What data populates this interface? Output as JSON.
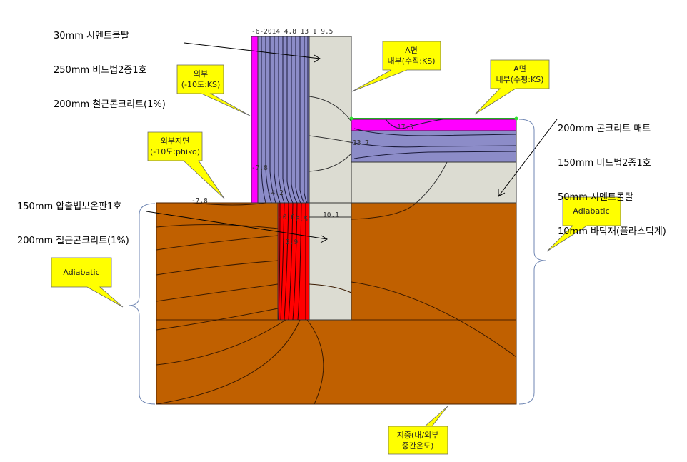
{
  "annotations": {
    "wall_layers": [
      "30mm 시멘트몰탈",
      "250mm 비드법2종1호",
      "200mm 철근콘크리트(1%)"
    ],
    "foundation_layers": [
      "150mm 압출법보온판1호",
      "200mm 철근콘크리트(1%)"
    ],
    "floor_layers": [
      "200mm 콘크리트 매트",
      "150mm 비드법2종1호",
      "50mm 시멘트몰탈",
      "10mm 바닥재(플라스틱계)"
    ]
  },
  "callouts": {
    "exterior": [
      "외부",
      "(-10도:KS)"
    ],
    "exterior_ground": [
      "외부지면",
      "(-10도:phiko)"
    ],
    "interior_vertical": [
      "A면",
      "내부(수직:KS)"
    ],
    "interior_horizontal": [
      "A면",
      "내부(수평:KS)"
    ],
    "adiabatic_left": [
      "Adiabatic"
    ],
    "adiabatic_right": [
      "Adiabatic"
    ],
    "ground": [
      "지중(내/외부",
      "중간온도)"
    ]
  },
  "isotherm_labels": {
    "top_wall": "-6-2014 4.8 13 1 9.5",
    "wall_mid": "-7.8",
    "wall_low": "-4.2",
    "ground_surface": "-7.8",
    "foundation_a": "-0.6",
    "foundation_b": "6.5",
    "foundation_c": "2.9",
    "foundation_concrete": "10.1",
    "floor_insulation": "13.7",
    "floor_finish": "17.3"
  },
  "colors": {
    "soil": "#c06000",
    "concrete": "#dcdcd2",
    "eps_insulation": "#8c8cc8",
    "mortar": "#ff00ff",
    "xps_insulation": "#ff0000",
    "callout_fill": "#ffff00",
    "interior_surface": "#22aa22",
    "brace": "#6f86b3"
  }
}
